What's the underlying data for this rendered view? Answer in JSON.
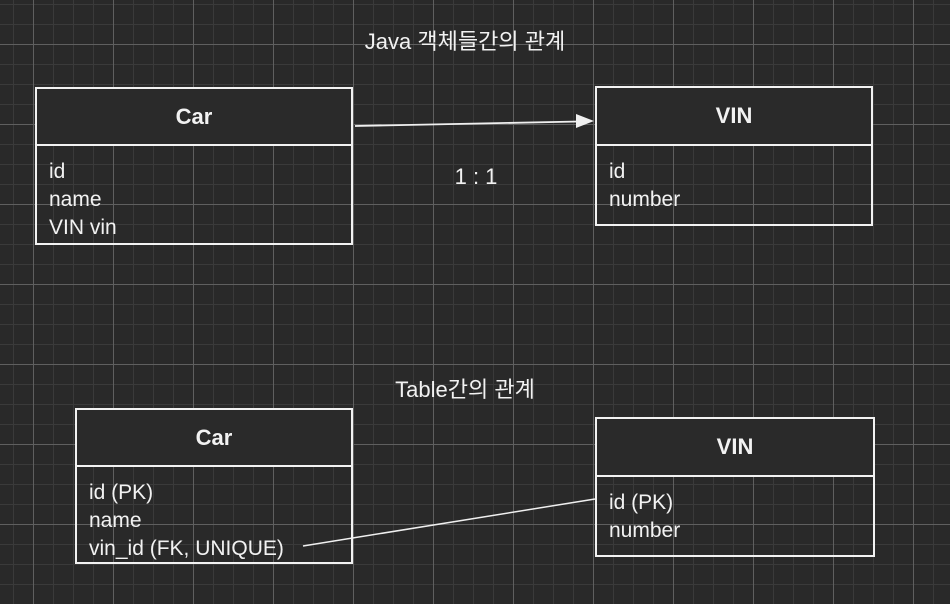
{
  "canvas": {
    "background_color": "#292929",
    "grid_minor_color": "#3a3a3a",
    "grid_major_color": "#5f5f5f",
    "shape_border_color": "#f2f2f2",
    "shape_header_fill": "#2a2a2a",
    "text_color": "#f2f2f2",
    "edge_color": "#f0f0f0"
  },
  "sections": {
    "java": {
      "title": "Java 객체들간의 관계",
      "relation_label": "1 : 1",
      "car": {
        "title": "Car",
        "fields": [
          "id",
          "name",
          "VIN vin"
        ]
      },
      "vin": {
        "title": "VIN",
        "fields": [
          "id",
          "number"
        ]
      }
    },
    "table": {
      "title": "Table간의 관계",
      "car": {
        "title": "Car",
        "fields": [
          "id (PK)",
          "name",
          "vin_id (FK, UNIQUE)"
        ]
      },
      "vin": {
        "title": "VIN",
        "fields": [
          "id (PK)",
          "number"
        ]
      }
    }
  }
}
